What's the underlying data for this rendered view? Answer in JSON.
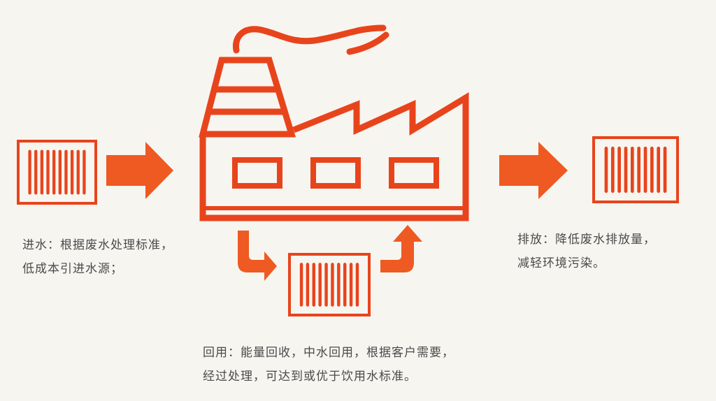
{
  "colors": {
    "accent": "#e8441c",
    "arrow": "#ee5a22",
    "text": "#4a4a4a",
    "background": "#f7f5f0"
  },
  "icons": {
    "inflow": "water-tank-icon",
    "outflow": "water-tank-icon",
    "reuse": "water-tank-icon",
    "plant": "factory-icon"
  },
  "captions": {
    "inflow": {
      "line1": "进水：根据废水处理标准，",
      "line2": "低成本引进水源；"
    },
    "outflow": {
      "line1": "排放：降低废水排放量，",
      "line2": "减轻环境污染。"
    },
    "reuse": {
      "line1": "回用：能量回收，中水回用，根据客户需要，",
      "line2": "经过处理，可达到或优于饮用水标准。"
    }
  }
}
